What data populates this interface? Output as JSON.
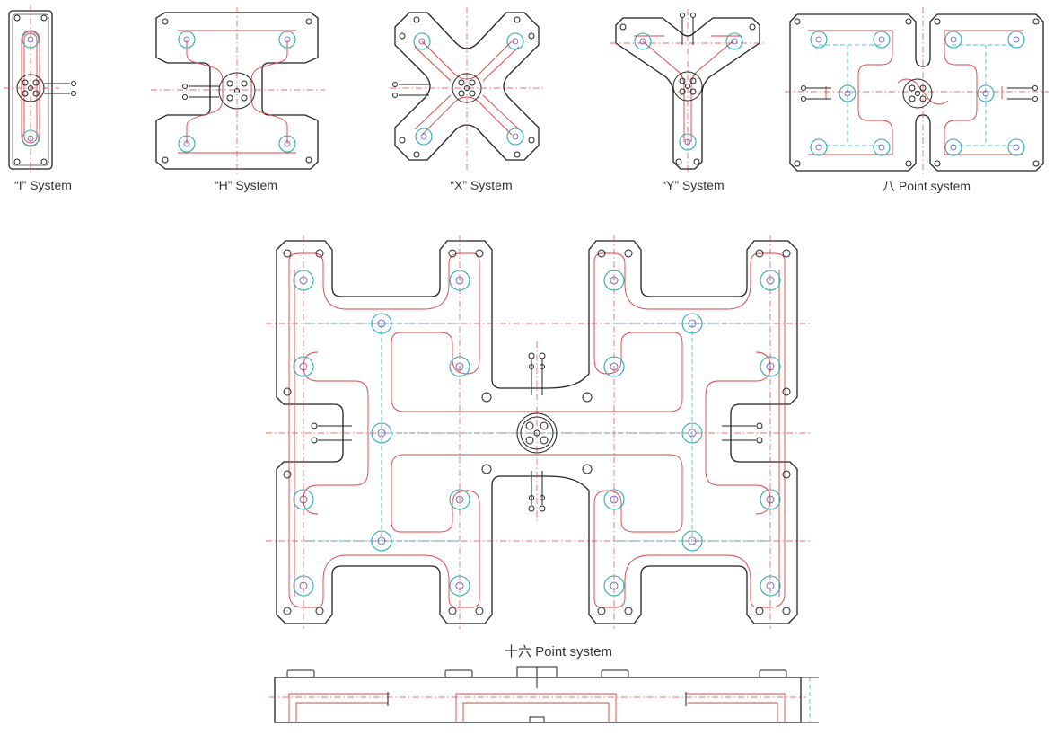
{
  "captions": {
    "i_system": "“I” System",
    "h_system": "“H” System",
    "x_system": "“X” System",
    "y_system": "“Y” System",
    "eight_point": "八 Point system",
    "sixteen_point": "十六 Point system"
  },
  "colors": {
    "outline": "#222222",
    "heater_line": "#e04040",
    "nozzle_circle": "#2aa9b8",
    "gate_circle": "#5a4fc0"
  }
}
